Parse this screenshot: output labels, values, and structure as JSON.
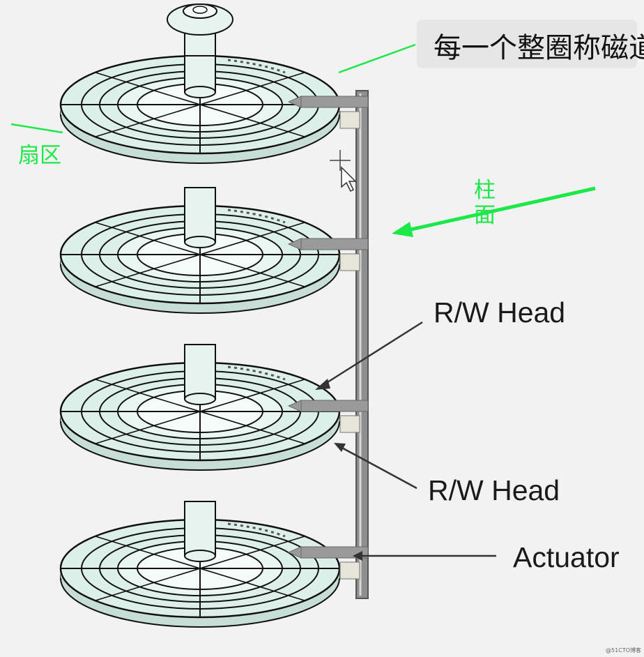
{
  "labels": {
    "track_callout": "每一个整圈称磁道",
    "sector": "扇区",
    "cylinder_line1": "柱",
    "cylinder_line2": "面",
    "rw_head_1": "R/W Head",
    "rw_head_2": "R/W Head",
    "actuator": "Actuator",
    "watermark": "@51CTO博客"
  },
  "colors": {
    "green_annotation": "#1de84a",
    "platter_fill": "#dcefe9",
    "platter_edge": "#c7ded7",
    "spindle": "#e6f3ef",
    "actuator_arm": "#8f8f8f",
    "background": "#f2f2f2"
  },
  "diagram": {
    "platter_count": 4,
    "rings_per_platter": 5,
    "sector_divisions": 8
  }
}
